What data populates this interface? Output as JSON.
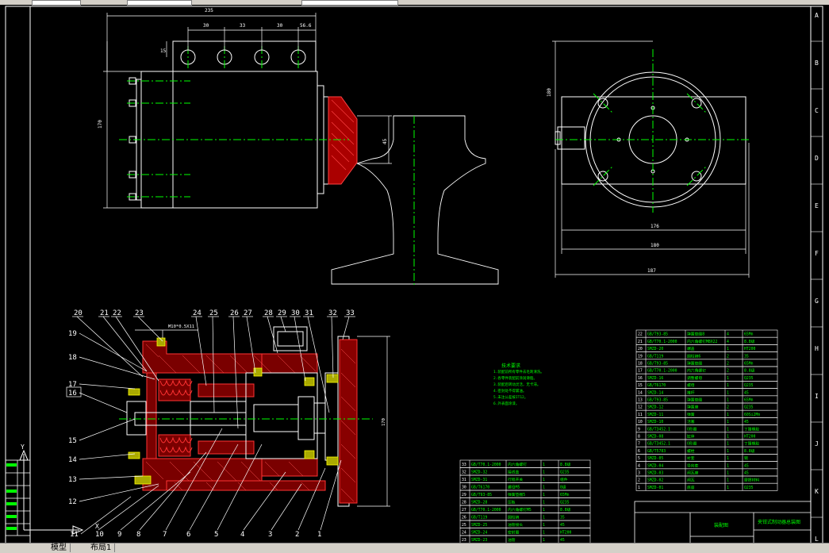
{
  "tabs": [
    "模型",
    "布局1"
  ],
  "top_dims": [
    "235",
    "30",
    "33",
    "30",
    "56.6",
    "15",
    "170",
    "45"
  ],
  "side_dims": [
    "180",
    "176",
    "180",
    "187"
  ],
  "section_dims": [
    "M10*0.5X11",
    "170"
  ],
  "part_numbers": [
    "20",
    "21",
    "22",
    "23",
    "24",
    "25",
    "26",
    "27",
    "28",
    "29",
    "30",
    "31",
    "32",
    "33",
    "19",
    "18",
    "17",
    "16",
    "15",
    "14",
    "13",
    "12",
    "11",
    "10",
    "9",
    "8",
    "7",
    "6",
    "5",
    "4",
    "3",
    "2",
    "1"
  ],
  "border_letters": [
    "A",
    "B",
    "C",
    "D",
    "E",
    "F",
    "G",
    "H",
    "I",
    "J",
    "K",
    "L"
  ],
  "notes_title": "技术要求",
  "notes_lines": [
    "1.装配前所有零件去毛刺清洗。",
    "2.各零件装配前涂润滑脂。",
    "3.装配后转动灵活，无卡滞。",
    "4.密封处不得漏油。",
    "5.未注公差按IT12。",
    "6.外表面涂漆。"
  ],
  "title_block": {
    "title": "装配图",
    "subtitle": "夹钳式制动器总装图"
  },
  "bom_right": [
    [
      "22",
      "GB/T93-85",
      "弹簧垫圈8",
      "4",
      "65Mn"
    ],
    [
      "21",
      "GB/T70.1-2000",
      "内六角螺钉M8X22",
      "4",
      "8.8级"
    ],
    [
      "20",
      "SMZD-20",
      "端盖",
      "1",
      "HT200"
    ],
    [
      "19",
      "GB/T119",
      "圆柱销6",
      "2",
      "35"
    ],
    [
      "18",
      "GB/T93-85",
      "弹簧垫圈",
      "2",
      "65Mn"
    ],
    [
      "17",
      "GB/T70.1-2000",
      "内六角螺钉",
      "2",
      "8.8级"
    ],
    [
      "16",
      "SMZD-16",
      "调整螺母",
      "1",
      "Q235"
    ],
    [
      "15",
      "GB/T6170",
      "螺母",
      "1",
      "Q235"
    ],
    [
      "14",
      "SMZD-14",
      "推杆",
      "1",
      "45"
    ],
    [
      "13",
      "GB/T93-85",
      "弹簧垫圈",
      "1",
      "65Mn"
    ],
    [
      "12",
      "SMZD-12",
      "弹簧座",
      "2",
      "Q235"
    ],
    [
      "11",
      "SMZD-11",
      "弹簧",
      "1",
      "60Si2Mn"
    ],
    [
      "10",
      "SMZD-10",
      "活塞",
      "1",
      "45"
    ],
    [
      "9",
      "GB/T3452.1",
      "O形圈",
      "1",
      "丁腈橡胶"
    ],
    [
      "8",
      "SMZD-08",
      "缸体",
      "1",
      "HT200"
    ],
    [
      "7",
      "GB/T3452.1",
      "O形圈",
      "1",
      "丁腈橡胶"
    ],
    [
      "6",
      "GB/T5783",
      "螺栓",
      "1",
      "8.8级"
    ],
    [
      "5",
      "SMZD-05",
      "衬套",
      "1",
      "铜"
    ],
    [
      "4",
      "SMZD-04",
      "导向套",
      "1",
      "45"
    ],
    [
      "3",
      "SMZD-03",
      "闸瓦座",
      "1",
      "45"
    ],
    [
      "2",
      "SMZD-02",
      "闸瓦",
      "1",
      "摩擦材料"
    ],
    [
      "1",
      "SMZD-01",
      "底座",
      "1",
      "Q235"
    ]
  ],
  "bom_left": [
    [
      "33",
      "GB/T70.1-2000",
      "内六角螺钉",
      "1",
      "8.8级"
    ],
    [
      "32",
      "SMZD-32",
      "接线盒",
      "1",
      "Q235"
    ],
    [
      "31",
      "SMZD-31",
      "行程开关",
      "1",
      "组件"
    ],
    [
      "30",
      "GB/T6170",
      "螺母M5",
      "1",
      "8级"
    ],
    [
      "29",
      "GB/T93-85",
      "弹簧垫圈5",
      "1",
      "65Mn"
    ],
    [
      "28",
      "SMZD-28",
      "压板",
      "1",
      "Q235"
    ],
    [
      "27",
      "GB/T70.1-2000",
      "内六角螺钉M5",
      "1",
      "8.8级"
    ],
    [
      "26",
      "GB/T119",
      "圆柱销",
      "1",
      "35"
    ],
    [
      "25",
      "SMZD-25",
      "油管接头",
      "1",
      "45"
    ],
    [
      "24",
      "SMZD-24",
      "密封圈",
      "1",
      "HT200"
    ],
    [
      "23",
      "SMZD-23",
      "油管",
      "1",
      "45"
    ]
  ],
  "label_cursor": "Y",
  "label_x": "X"
}
